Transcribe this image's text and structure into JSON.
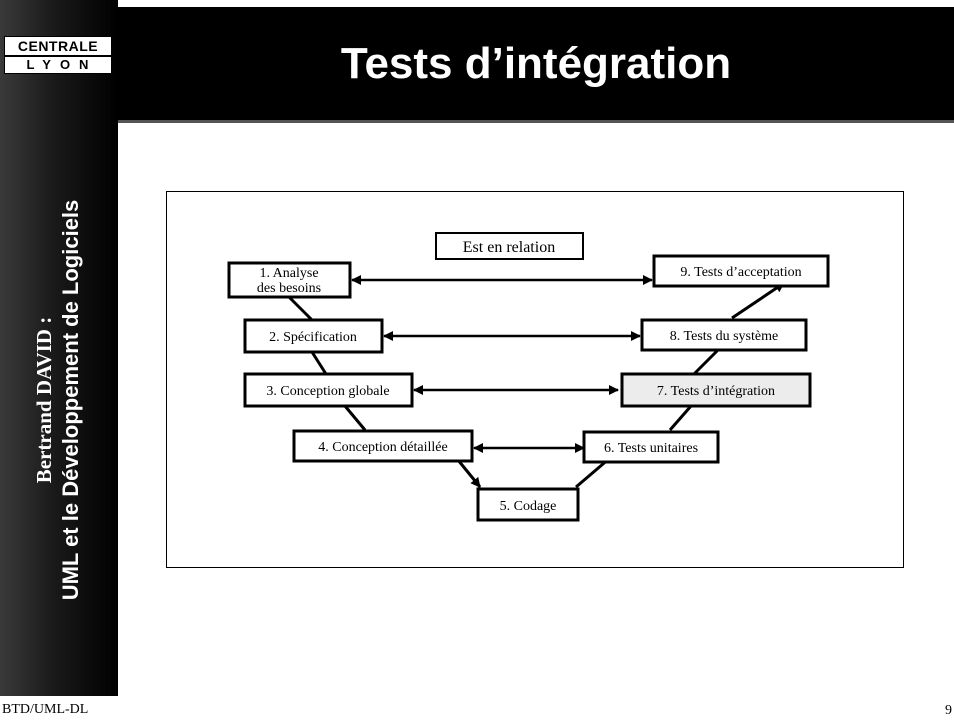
{
  "header": {
    "title": "Tests d’intégration"
  },
  "logo": {
    "line1": "CENTRALE",
    "line2": "LYON"
  },
  "sidebar": {
    "author": "Bertrand DAVID :",
    "course": "UML et le Développement de Logiciels"
  },
  "footer": {
    "label": "BTD/UML-DL"
  },
  "page_number": "9",
  "diagram": {
    "relation_label": "Est en relation",
    "steps": [
      {
        "line1": "1. Analyse",
        "line2": "des besoins"
      },
      {
        "label": "2. Spécification"
      },
      {
        "label": "3. Conception globale"
      },
      {
        "label": "4. Conception détaillée"
      },
      {
        "label": "5. Codage"
      },
      {
        "label": "6. Tests unitaires"
      },
      {
        "label": "7. Tests d’intégration",
        "highlighted": true,
        "fill": "#ececec"
      },
      {
        "label": "8. Tests du système"
      },
      {
        "label": "9. Tests d’acceptation"
      }
    ]
  }
}
